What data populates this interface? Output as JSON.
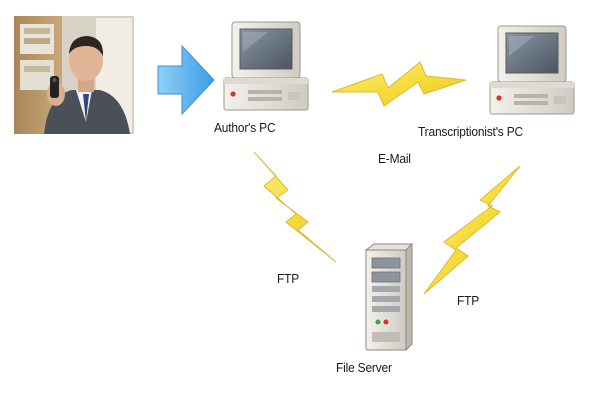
{
  "diagram": {
    "nodes": {
      "authors_pc": {
        "label": "Author's PC",
        "icon": "desktop-computer-icon"
      },
      "transcriptionists_pc": {
        "label": "Transcriptionist's PC",
        "icon": "desktop-computer-icon"
      },
      "file_server": {
        "label": "File Server",
        "icon": "server-tower-icon"
      }
    },
    "links": {
      "email": {
        "label": "E-Mail",
        "from": "Author's PC",
        "to": "Transcriptionist's PC"
      },
      "ftp_author_server": {
        "label": "FTP",
        "from": "Author's PC",
        "to": "File Server"
      },
      "ftp_server_transcriptionist": {
        "label": "FTP",
        "from": "File Server",
        "to": "Transcriptionist's PC"
      }
    },
    "photo": {
      "icon": "man-dictating-photo"
    },
    "colors": {
      "lightning": "#f6dd3e",
      "lightning_edge": "#e3bd2a",
      "arrow": "#4aa7e8",
      "computer_beige": "#e9e6e0",
      "screen": "#5f6b78"
    }
  }
}
